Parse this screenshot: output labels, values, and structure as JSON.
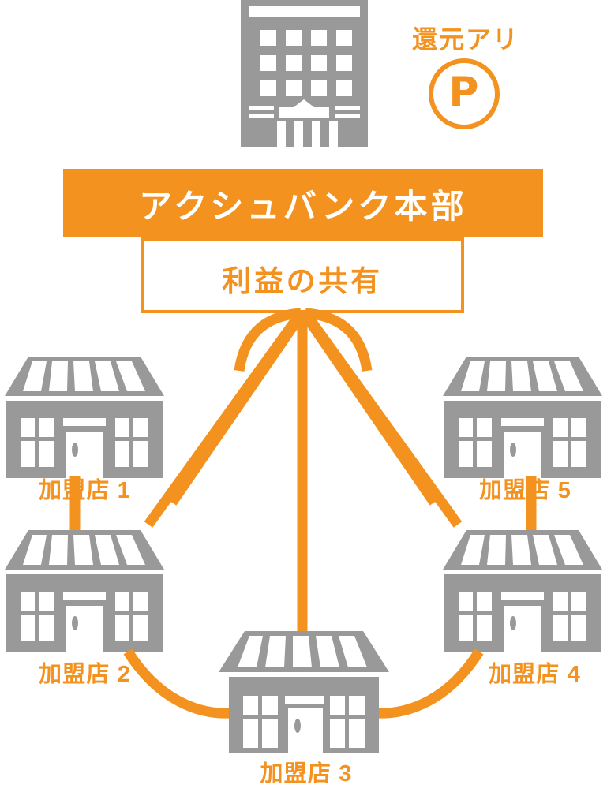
{
  "colors": {
    "orange": "#f3921f",
    "gray": "#999999",
    "white": "#ffffff",
    "background": "#ffffff"
  },
  "headquarters": {
    "building_icon": "bank-building-icon",
    "banner_label": "アクシュバンク本部",
    "inner_box_label": "利益の共有"
  },
  "badge": {
    "label": "還元アリ",
    "glyph": "P",
    "icon": "circled-p-icon"
  },
  "shops": [
    {
      "id": "1",
      "label": "加盟店 1",
      "icon": "storefront-icon"
    },
    {
      "id": "2",
      "label": "加盟店 2",
      "icon": "storefront-icon"
    },
    {
      "id": "3",
      "label": "加盟店 3",
      "icon": "storefront-icon"
    },
    {
      "id": "4",
      "label": "加盟店 4",
      "icon": "storefront-icon"
    },
    {
      "id": "5",
      "label": "加盟店 5",
      "icon": "storefront-icon"
    }
  ],
  "connections": {
    "hub_to_shops": [
      {
        "from": "headquarters",
        "to": "加盟店 1"
      },
      {
        "from": "headquarters",
        "to": "加盟店 2"
      },
      {
        "from": "headquarters",
        "to": "加盟店 3"
      },
      {
        "from": "headquarters",
        "to": "加盟店 4"
      },
      {
        "from": "headquarters",
        "to": "加盟店 5"
      }
    ],
    "ring": [
      {
        "from": "加盟店 1",
        "to": "加盟店 2"
      },
      {
        "from": "加盟店 2",
        "to": "加盟店 3"
      },
      {
        "from": "加盟店 3",
        "to": "加盟店 4"
      },
      {
        "from": "加盟店 4",
        "to": "加盟店 5"
      }
    ]
  }
}
